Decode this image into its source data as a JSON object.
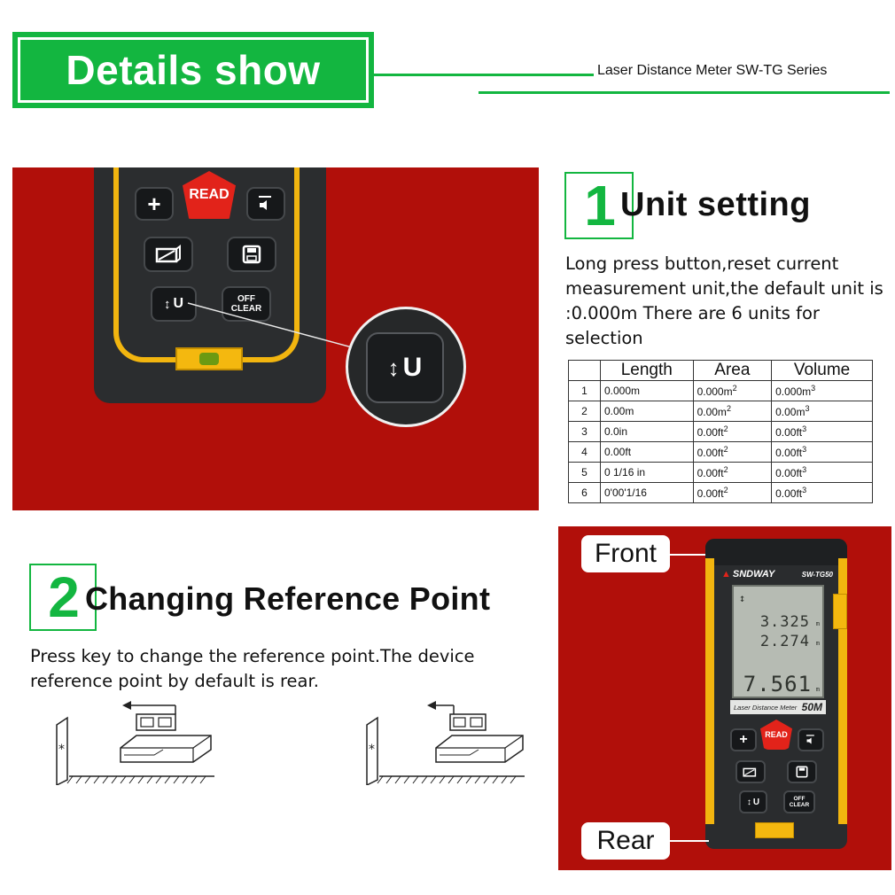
{
  "header": {
    "title": "Details show",
    "series": "Laser Distance Meter SW-TG Series"
  },
  "device_keys": {
    "plus": "+",
    "read": "READ",
    "off": "OFF",
    "clear": "CLEAR",
    "unit": "U"
  },
  "section1": {
    "number": "1",
    "title": "Unit setting",
    "description": "Long press button,reset current measurement unit,the default unit is :0.000m There are 6 units for selection",
    "table": {
      "headers": [
        "Length",
        "Area",
        "Volume"
      ],
      "rows": [
        {
          "index": "1",
          "length": "0.000m",
          "area": "0.000m",
          "area_exp": "2",
          "volume": "0.000m",
          "volume_exp": "3"
        },
        {
          "index": "2",
          "length": "0.00m",
          "area": "0.00m",
          "area_exp": "2",
          "volume": "0.00m",
          "volume_exp": "3"
        },
        {
          "index": "3",
          "length": "0.0in",
          "area": "0.00ft",
          "area_exp": "2",
          "volume": "0.00ft",
          "volume_exp": "3"
        },
        {
          "index": "4",
          "length": "0.00ft",
          "area": "0.00ft",
          "area_exp": "2",
          "volume": "0.00ft",
          "volume_exp": "3"
        },
        {
          "index": "5",
          "length": "0  1/16 in",
          "area": "0.00ft",
          "area_exp": "2",
          "volume": "0.00ft",
          "volume_exp": "3"
        },
        {
          "index": "6",
          "length": "0'00'1/16",
          "area": "0.00ft",
          "area_exp": "2",
          "volume": "0.00ft",
          "volume_exp": "3"
        }
      ]
    }
  },
  "section2": {
    "number": "2",
    "title": "Changing Reference Point",
    "description": "Press key to change the reference point.The device reference point by default is rear."
  },
  "product": {
    "brand": "SNDWAY",
    "model": "SW-TG50",
    "lcd_row1": "3.325",
    "lcd_row2": "2.274",
    "lcd_row3": "7.561",
    "lcd_unit": "m",
    "label": "Laser Distance Meter",
    "range": "50M",
    "front_label": "Front",
    "rear_label": "Rear"
  },
  "colors": {
    "accent_green": "#13b640",
    "panel_red": "#b10f0a",
    "device_yellow": "#f2b50f",
    "read_red": "#e2231a"
  }
}
